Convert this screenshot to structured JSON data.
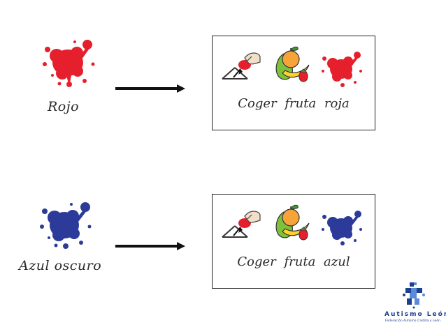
{
  "colors": {
    "red": "#e5202c",
    "blue": "#2c3a99",
    "text": "#2b2b2b",
    "border": "#222222",
    "logo": "#1d3f8f"
  },
  "rows": [
    {
      "color_label": "Rojo",
      "card_caption": "Coger  fruta  roja",
      "icons": [
        "red-paint-splash-icon",
        "pick-up-hand-icon",
        "fruit-bunch-icon",
        "red-paint-splash-icon"
      ]
    },
    {
      "color_label": "Azul oscuro",
      "card_caption": "Coger  fruta  azul",
      "icons": [
        "blue-paint-splash-icon",
        "pick-up-hand-icon",
        "fruit-bunch-icon",
        "blue-paint-splash-icon"
      ]
    }
  ],
  "logo": {
    "name": "Autismo León",
    "subtitle": "Federación Autismo Castilla y León",
    "icon": "puzzle-figure-icon"
  }
}
